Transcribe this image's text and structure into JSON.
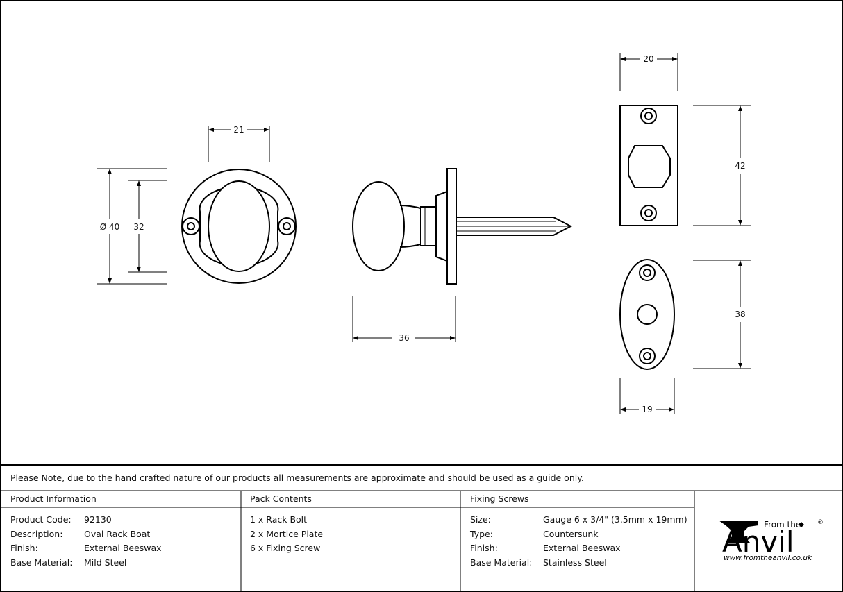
{
  "dimensions": {
    "front_width": "21",
    "front_diameter": "Ø 40",
    "front_hole_spacing": "32",
    "side_length": "36",
    "plate_width": "20",
    "plate_height": "42",
    "oval_plate_height": "38",
    "oval_plate_width": "19"
  },
  "note": "Please Note, due to the hand crafted nature of our products all measurements are approximate and should be used as a guide only.",
  "product_info": {
    "heading": "Product Information",
    "rows": [
      {
        "label": "Product Code:",
        "value": "92130"
      },
      {
        "label": "Description:",
        "value": "Oval Rack Boat"
      },
      {
        "label": "Finish:",
        "value": "External Beeswax"
      },
      {
        "label": "Base Material:",
        "value": "Mild Steel"
      }
    ]
  },
  "pack_contents": {
    "heading": "Pack Contents",
    "items": [
      "1 x Rack Bolt",
      "2 x Mortice Plate",
      "6 x Fixing Screw"
    ]
  },
  "fixing_screws": {
    "heading": "Fixing Screws",
    "rows": [
      {
        "label": "Size:",
        "value": "Gauge 6 x 3/4\" (3.5mm x 19mm)"
      },
      {
        "label": "Type:",
        "value": "Countersunk"
      },
      {
        "label": "Finish:",
        "value": "External Beeswax"
      },
      {
        "label": "Base Material:",
        "value": "Stainless Steel"
      }
    ]
  },
  "logo": {
    "top_text": "From the",
    "main_text": "Anvil",
    "registered": "®",
    "url": "www.fromtheanvil.co.uk"
  }
}
